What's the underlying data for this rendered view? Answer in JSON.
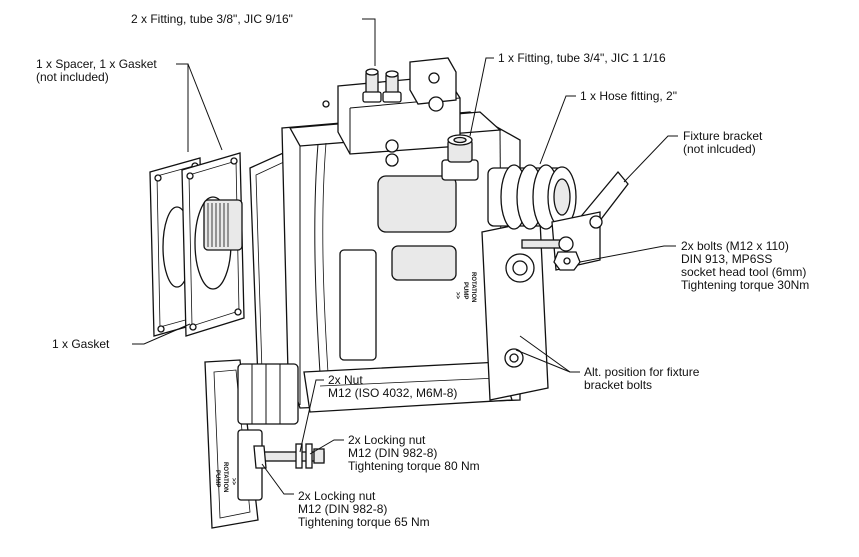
{
  "callouts": {
    "fitting_38": {
      "lines": [
        "2 x Fitting, tube 3/8\", JIC 9/16\""
      ]
    },
    "spacer_gasket": {
      "lines": [
        "1 x Spacer, 1 x Gasket",
        "(not included)"
      ]
    },
    "fitting_34": {
      "lines": [
        "1 x Fitting, tube 3/4\", JIC 1 1/16"
      ]
    },
    "hose_fitting": {
      "lines": [
        "1 x Hose fitting, 2\""
      ]
    },
    "fixture_bracket": {
      "lines": [
        "Fixture bracket",
        "(not inlcuded)"
      ]
    },
    "bolts": {
      "lines": [
        "2x bolts (M12 x 110)",
        "DIN 913, MP6SS",
        "socket head tool (6mm)",
        "Tightening torque 30Nm"
      ]
    },
    "gasket": {
      "lines": [
        "1 x Gasket"
      ]
    },
    "alt_position": {
      "lines": [
        "Alt. position for fixture",
        "bracket bolts"
      ]
    },
    "nut": {
      "lines": [
        "2x Nut",
        "M12 (ISO 4032, M6M-8)"
      ]
    },
    "locking_nut_80": {
      "lines": [
        "2x Locking nut",
        "M12 (DIN 982-8)",
        "Tightening torque 80 Nm"
      ]
    },
    "locking_nut_65": {
      "lines": [
        "2x Locking nut",
        "M12 (DIN 982-8)",
        "Tightening torque 65 Nm"
      ]
    }
  },
  "embossing": {
    "main_line1": "ROTATION",
    "main_line2": "PUMP",
    "main_arrows": ">>",
    "detail_line1": "ROTATION",
    "detail_line2": "PUMP",
    "detail_arrows": ">>"
  }
}
